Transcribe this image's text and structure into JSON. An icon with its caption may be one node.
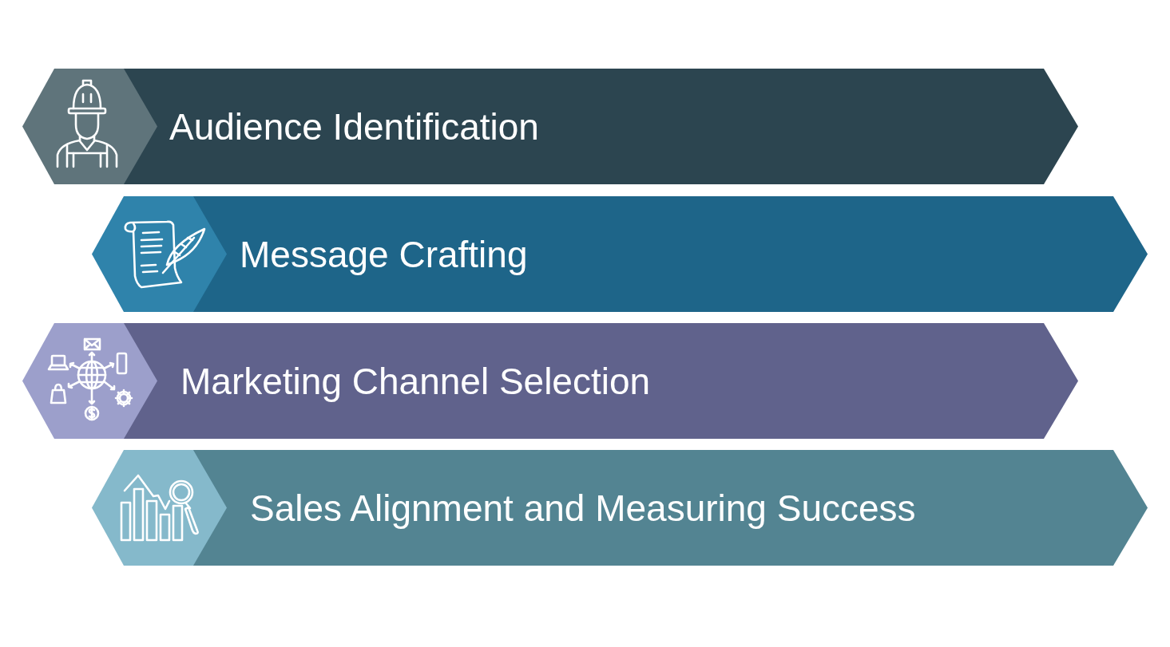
{
  "diagram": {
    "nodes": [
      {
        "text": [
          "Audience Identification"
        ]
      },
      {
        "text": [
          "Message Crafting"
        ]
      },
      {
        "text": [
          "Marketing Channel Selection"
        ]
      },
      {
        "text": [
          "Sales Alignment and Measuring Success"
        ]
      }
    ]
  }
}
